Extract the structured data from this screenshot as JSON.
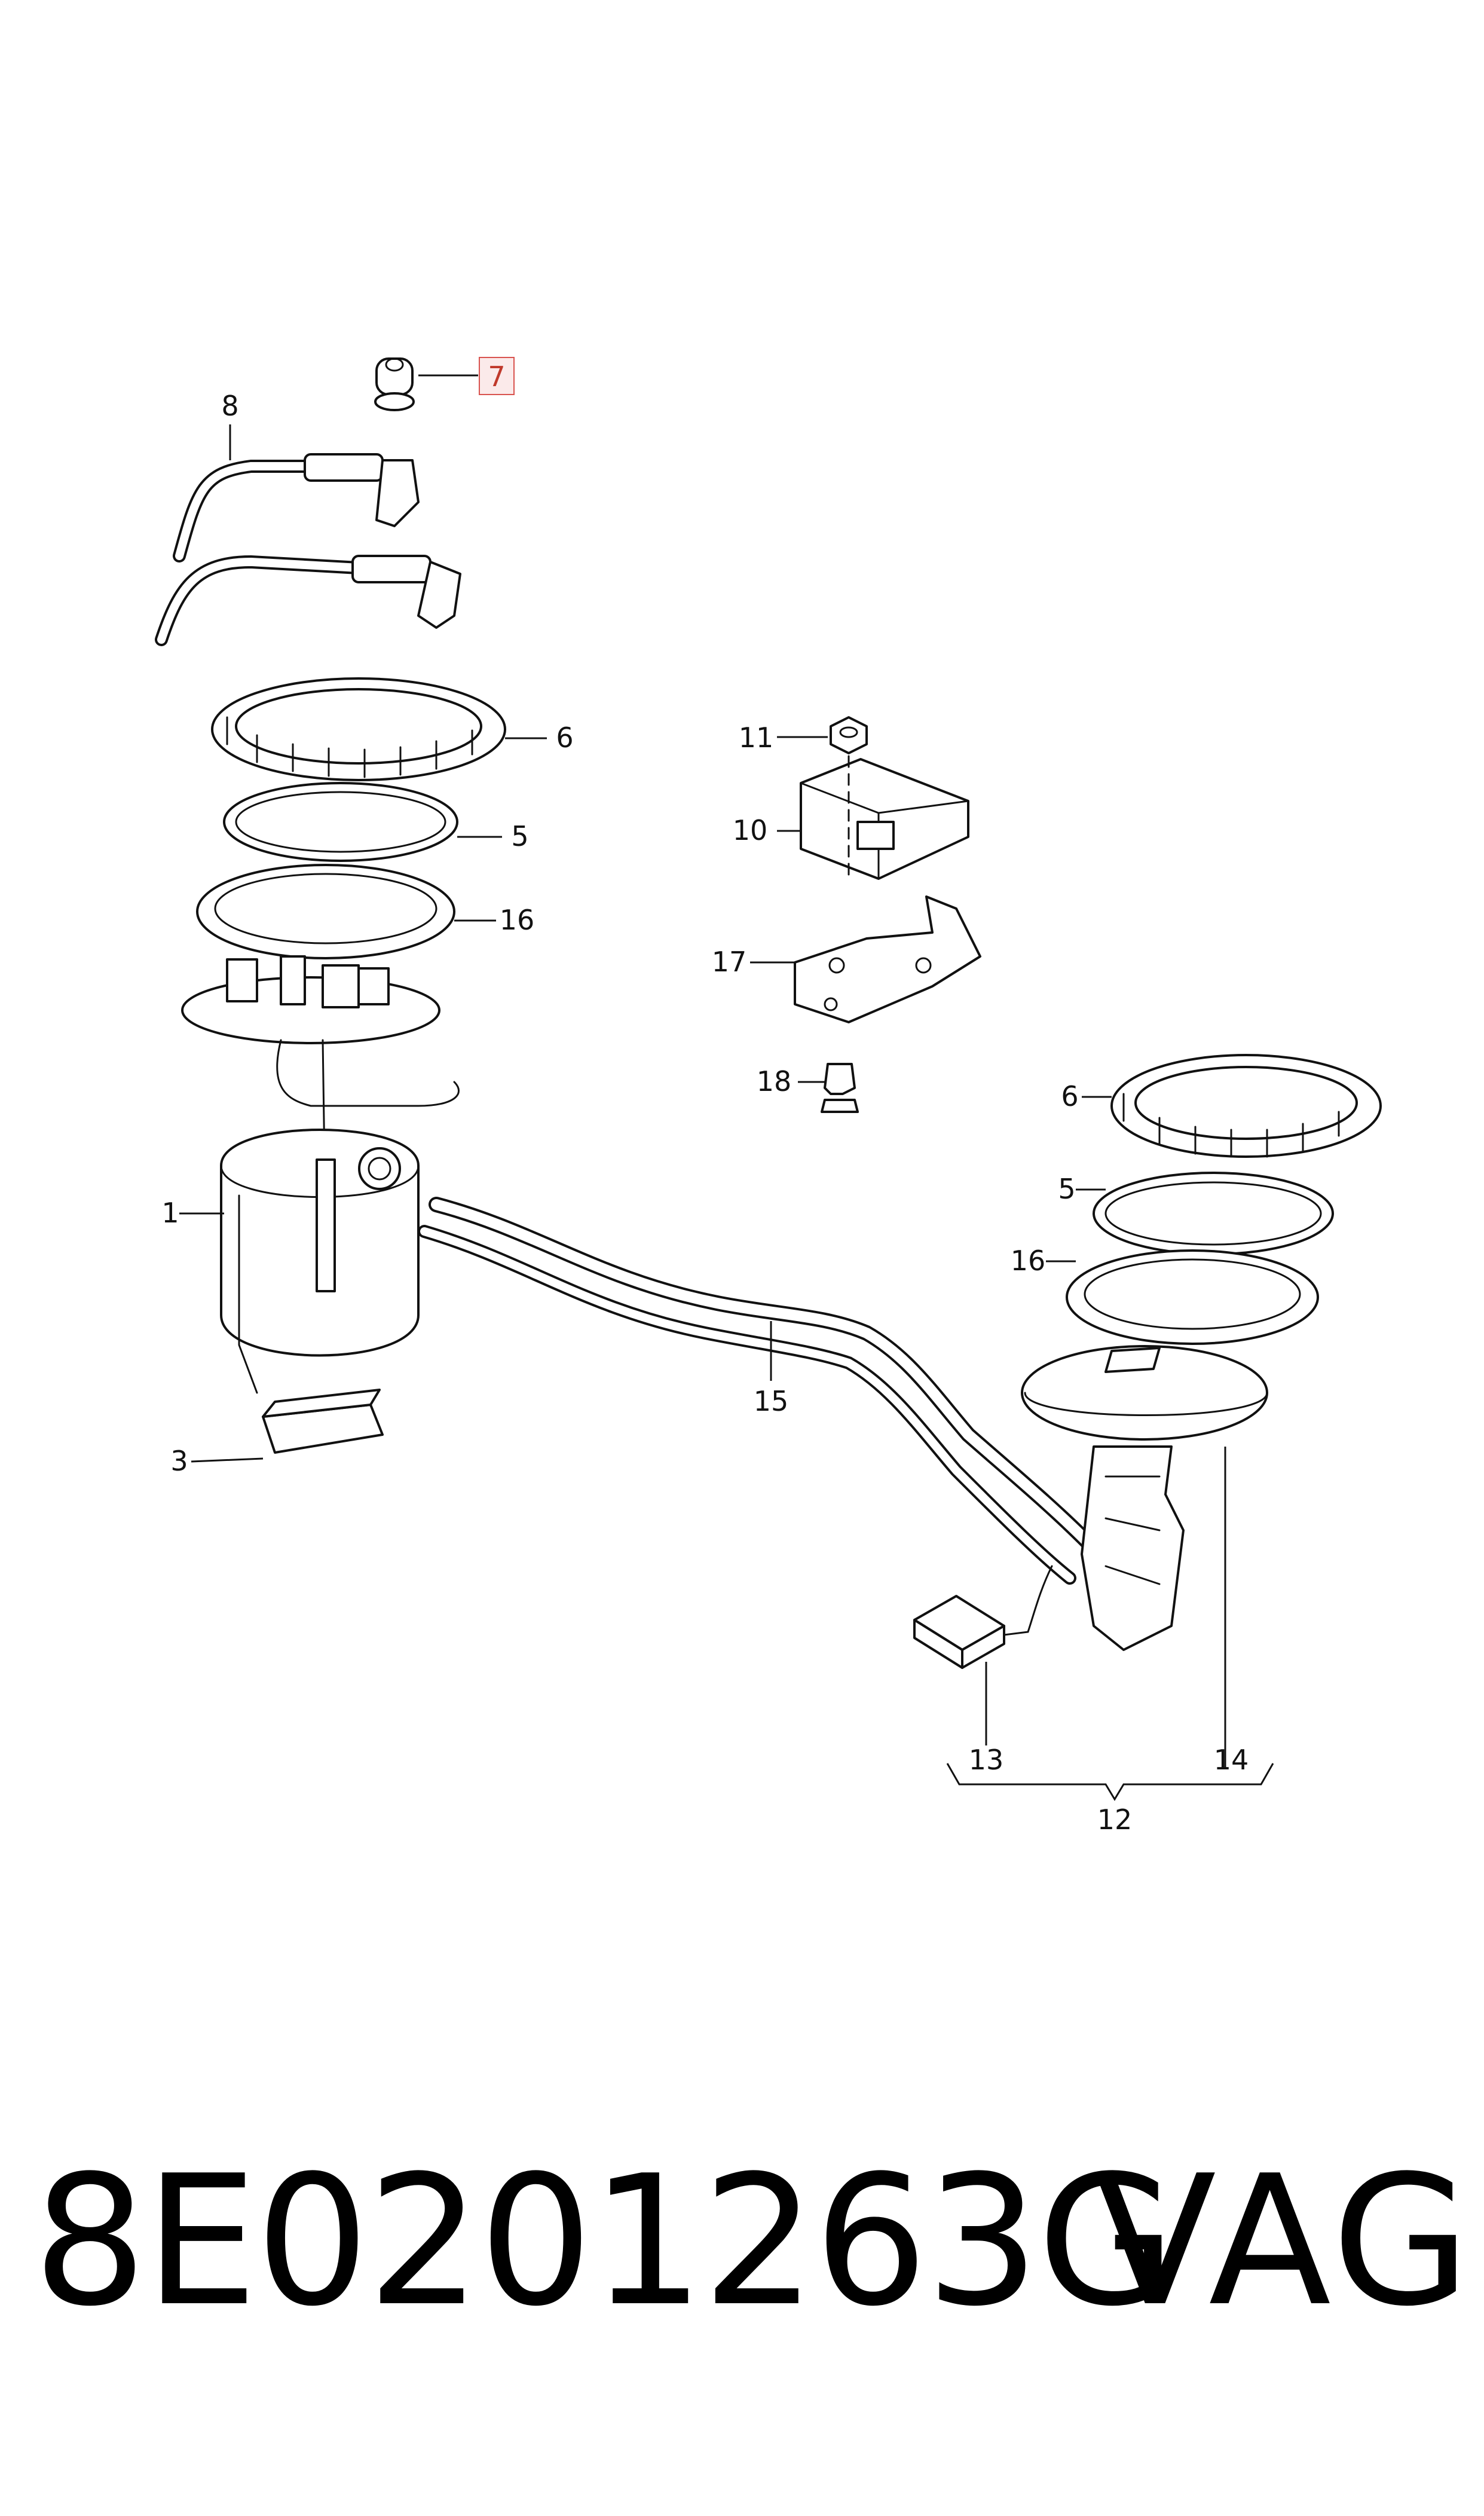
{
  "diagram": {
    "callouts": {
      "c1": "1",
      "c3": "3",
      "c5a": "5",
      "c5b": "5",
      "c6a": "6",
      "c6b": "6",
      "c7": "7",
      "c8": "8",
      "c10": "10",
      "c11": "11",
      "c12": "12",
      "c13": "13",
      "c14": "14",
      "c15": "15",
      "c16a": "16",
      "c16b": "16",
      "c17": "17",
      "c18": "18"
    },
    "highlight_color": "#d9534f"
  },
  "footer": {
    "part_number": "8E0201263G",
    "brand": "VAG"
  }
}
